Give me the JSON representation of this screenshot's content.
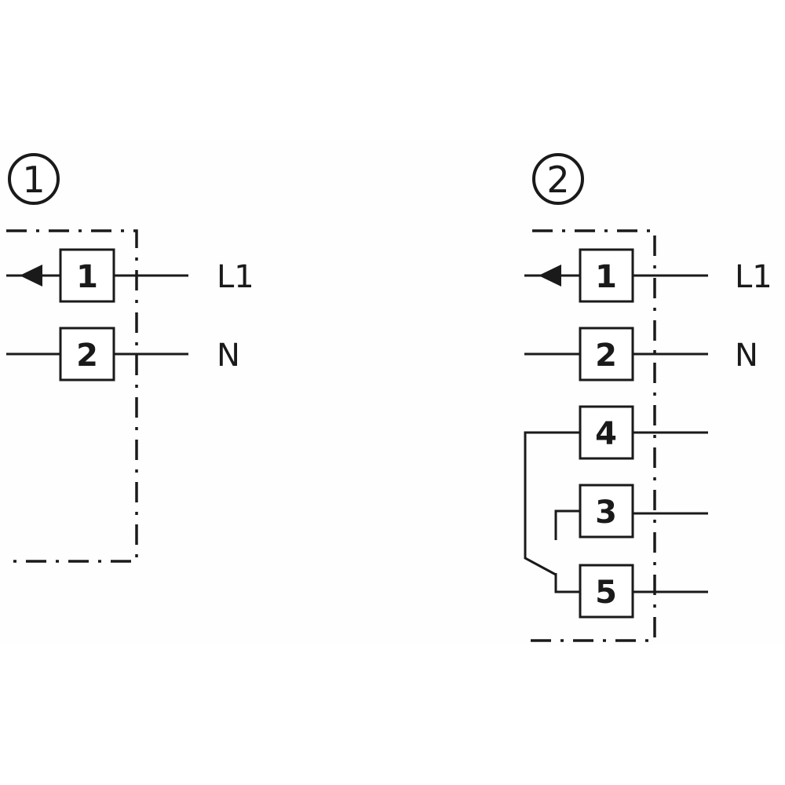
{
  "diagram1": {
    "marker": "1",
    "terminals": [
      {
        "number": "1",
        "label": "L1"
      },
      {
        "number": "2",
        "label": "N"
      }
    ]
  },
  "diagram2": {
    "marker": "2",
    "terminals": [
      {
        "number": "1",
        "label": "L1"
      },
      {
        "number": "2",
        "label": "N"
      },
      {
        "number": "4"
      },
      {
        "number": "3"
      },
      {
        "number": "5"
      }
    ]
  }
}
